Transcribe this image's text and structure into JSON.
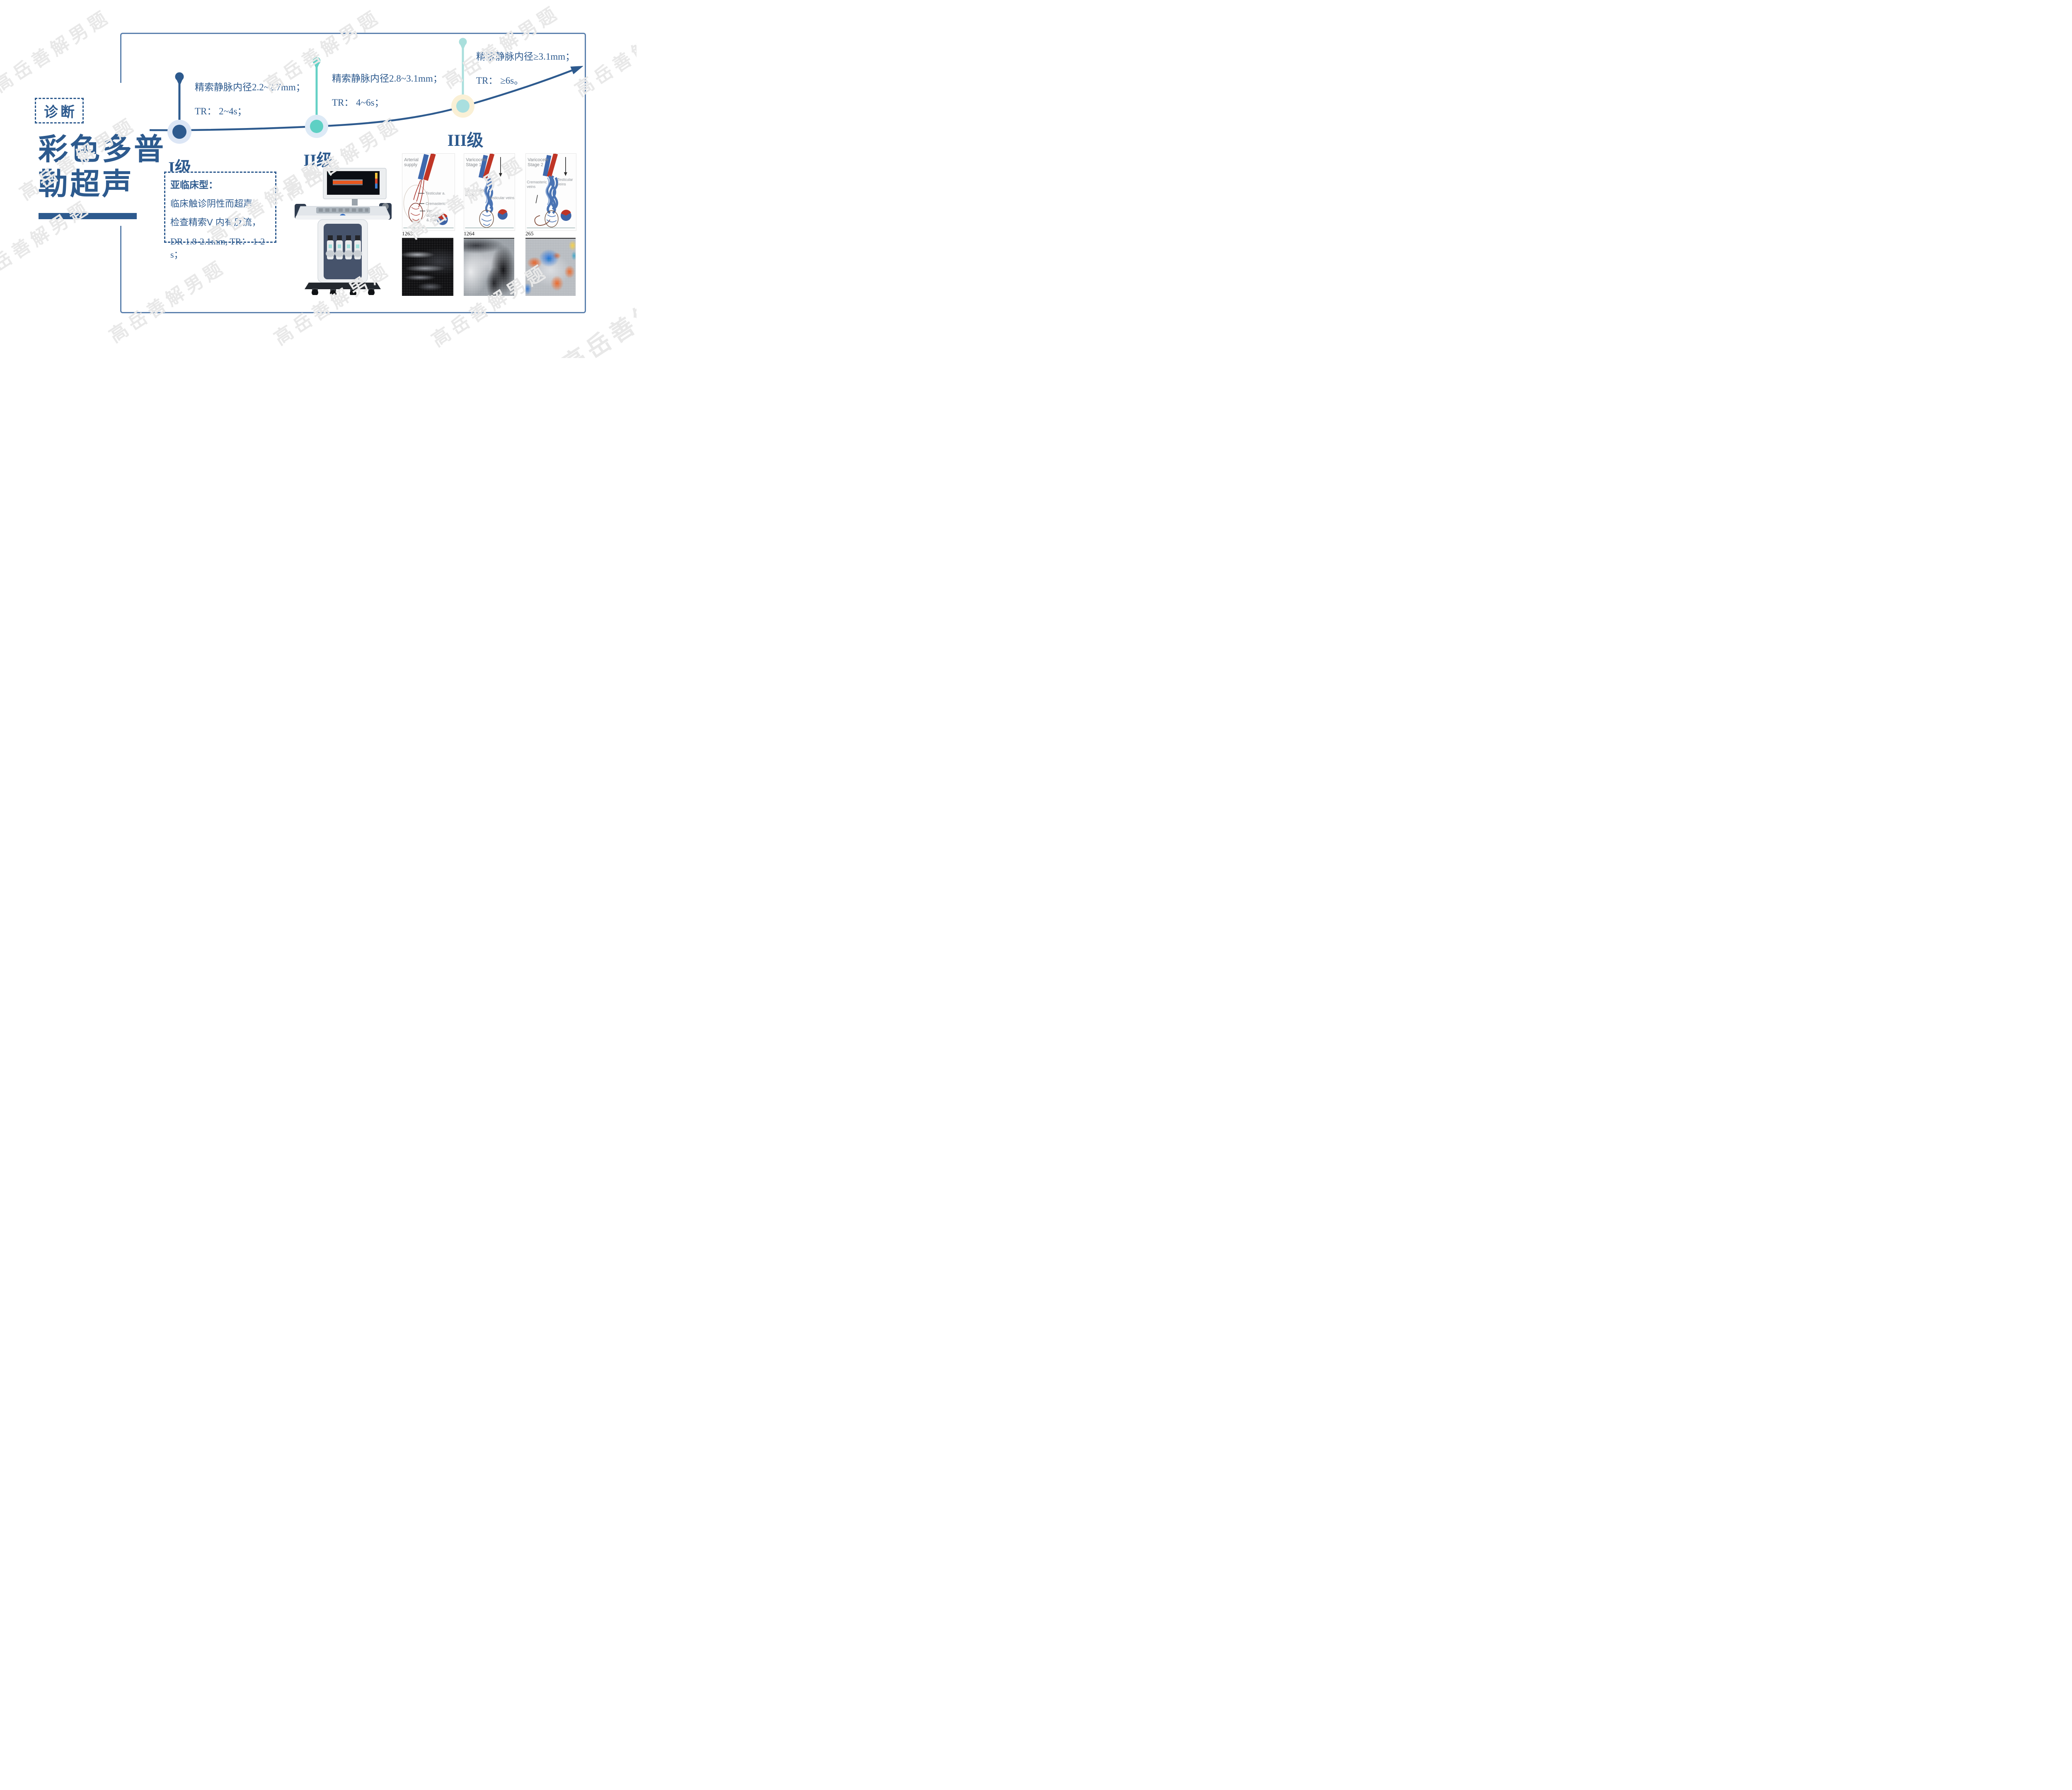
{
  "watermark": {
    "text": "高岳善解男题",
    "color": "#e8e8e8"
  },
  "header": {
    "tag_label": "诊断",
    "title_line1": "彩色多普",
    "title_line2": "勒超声"
  },
  "timeline": {
    "line_color": "#2d5a8e",
    "stages": [
      {
        "label": "I级",
        "criteria_line1": "精索静脉内径2.2~2.7mm；",
        "criteria_line2": "TR： 2~4s；",
        "dot_color": "#2d5a8e",
        "halo_color": "#dce6f5",
        "pin_color": "#2d5a8e"
      },
      {
        "label": "II级",
        "criteria_line1": "精索静脉内径2.8~3.1mm；",
        "criteria_line2": "TR： 4~6s；",
        "dot_color": "#5ed0c4",
        "halo_color": "#ddeaf6",
        "pin_color": "#64d0c5"
      },
      {
        "label": "III级",
        "criteria_line1": "精索静脉内径≥3.1mm；",
        "criteria_line2": "TR： ≥6s。",
        "dot_color": "#a9dfdf",
        "halo_color": "#faf0d5",
        "pin_color": "#a9dfdc"
      }
    ]
  },
  "subclinical": {
    "heading": "亚临床型：",
    "line1": "临床触诊阴性而超声",
    "line2": "检查精索V 内有反流，",
    "line3": "DR 1.8-2.1mm, TR： 1-2 s；"
  },
  "anatomy_panels": [
    {
      "title_line1": "Arterial",
      "title_line2": "supply",
      "labels": {
        "a": "Testicular a.",
        "b": "Cremasteric",
        "c": "Vas",
        "d": "deferens",
        "e": "& artery"
      }
    },
    {
      "title_line1": "Varicocele",
      "title_line2": "Stage 1",
      "labels": {
        "left1": "Cremasteric",
        "left2": "veins",
        "right1": "Testicular veins",
        "right2": ""
      }
    },
    {
      "title_line1": "Varicocele",
      "title_line2": "Stage 2",
      "labels": {
        "left1": "Cremasteric",
        "left2": "veins",
        "right1": "Testicular",
        "right2": "veins"
      }
    }
  ],
  "ultrasound_photos": [
    {
      "number": "1263"
    },
    {
      "number": "1264"
    },
    {
      "number": "265"
    }
  ],
  "colors": {
    "dark_blue": "#2d5a8e",
    "frame_border": "#5b80ad",
    "teal": "#5ed0c4",
    "light_teal": "#a9dfdf",
    "cream_halo": "#faf0d5",
    "blue_halo": "#dce6f5"
  }
}
